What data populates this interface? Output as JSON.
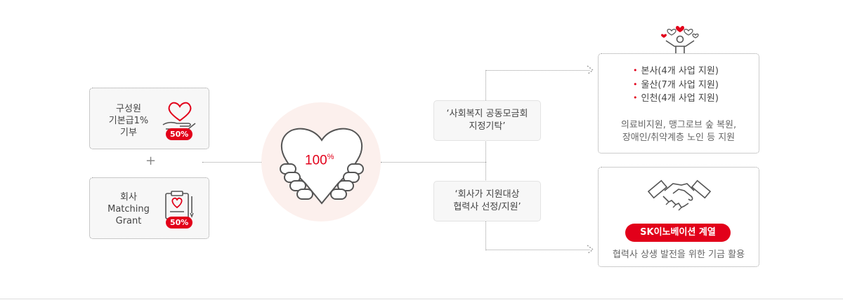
{
  "sources": [
    {
      "lines": [
        "구성원",
        "기본급1%",
        "기부"
      ],
      "badge": "50%"
    },
    {
      "lines": [
        "회사",
        "Matching",
        "Grant"
      ],
      "badge": "50%"
    }
  ],
  "plus": "+",
  "center": {
    "value": "100",
    "unit": "%"
  },
  "routes": [
    {
      "lines": [
        "‘사회복지 공동모금회",
        "지정기탁’"
      ]
    },
    {
      "lines": [
        "‘회사가 지원대상",
        "협력사 선정/지원’"
      ]
    }
  ],
  "targets": {
    "top": {
      "regions": [
        "본사(4개 사업 지원)",
        "울산(7개 사업 지원)",
        "인천(4개 사업 지원)"
      ],
      "desc": [
        "의료비지원, 맹그로브 숲 복원,",
        "장애인/취약계층 노인 등 지원"
      ]
    },
    "bottom": {
      "pill": "SK이노베이션 계열",
      "desc": "협력사 상생 발전을 위한 기금 활용"
    }
  },
  "colors": {
    "accent": "#e2001a",
    "circle_bg": "#fcf0ed",
    "border": "#9a9a9a"
  }
}
